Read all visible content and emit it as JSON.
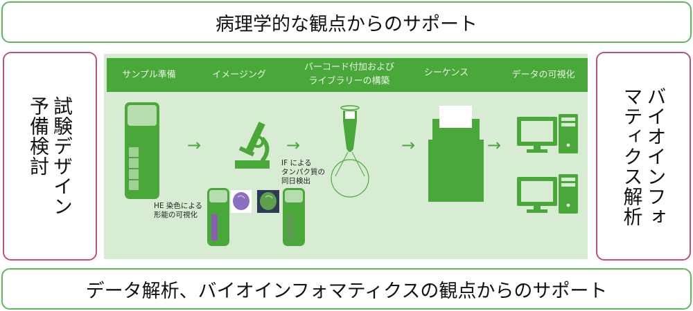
{
  "top_banner": "病理学的な観点からのサポート",
  "bottom_banner": "データ解析、バイオインフォマティクスの観点からのサポート",
  "left_box": {
    "line1": "試験デザイン",
    "line2": "予備検討"
  },
  "right_box": {
    "line1": "バイオインフォ",
    "line2": "マティクス解析"
  },
  "steps": [
    "サンプル準備",
    "イメージング",
    "バーコード付加および",
    "ライブラリーの構築",
    "シーケンス",
    "データの可視化"
  ],
  "he_label": {
    "line1": "HE 染色による",
    "line2": "形能の可視化"
  },
  "if_label": {
    "line1": "IF による",
    "line2": "タンパク質の",
    "line3": "同日検出"
  },
  "arrow": "→",
  "colors": {
    "green": "#4aa83b",
    "light": "#d8ecd3",
    "pink": "#c04d7c"
  }
}
